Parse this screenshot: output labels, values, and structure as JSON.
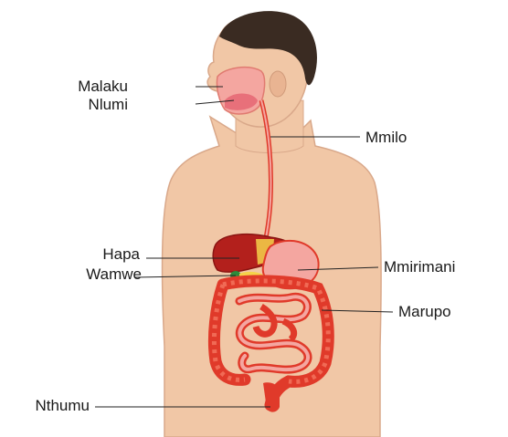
{
  "labels": {
    "mouth": "Malaku",
    "tongue": "Nlumi",
    "esophagus": "Mmilo",
    "liver": "Hapa",
    "gallbladder": "Wamwe",
    "stomach": "Mmirimani",
    "intestines": "Marupo",
    "rectum": "Nthumu"
  },
  "colors": {
    "skin": "#f1c7a6",
    "skin_outline": "#d9a88a",
    "hair": "#3a2b22",
    "organ_red": "#e03a2a",
    "organ_pink": "#f4a6a0",
    "liver": "#b3201c",
    "gallbladder": "#2e8b3a",
    "fat_yellow": "#f5d24a",
    "leader_line": "#222222"
  }
}
